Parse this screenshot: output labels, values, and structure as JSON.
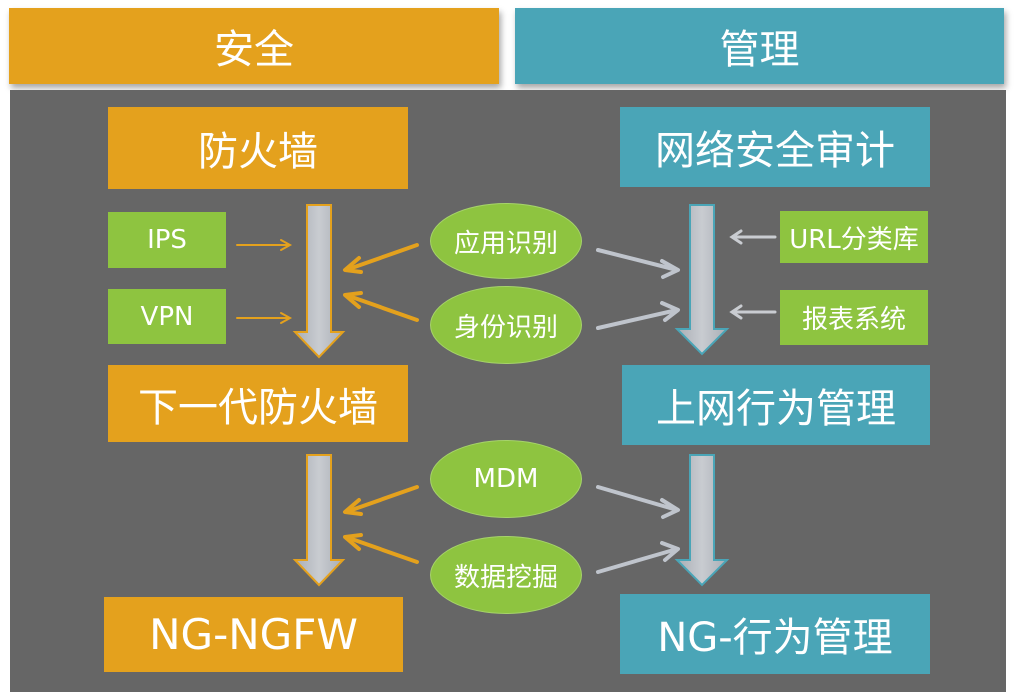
{
  "headers": {
    "left": "安全",
    "right": "管理"
  },
  "left_column": {
    "top": "防火墙",
    "middle": "下一代防火墙",
    "bottom": "NG-NGFW",
    "inputs": [
      "IPS",
      "VPN"
    ]
  },
  "right_column": {
    "top": "网络安全审计",
    "middle": "上网行为管理",
    "bottom": "NG-行为管理",
    "inputs": [
      "URL分类库",
      "报表系统"
    ]
  },
  "shared_features_upper": [
    "应用识别",
    "身份识别"
  ],
  "shared_features_lower": [
    "MDM",
    "数据挖掘"
  ],
  "colors": {
    "security": "#e4a11d",
    "management": "#4aa5b7",
    "feature": "#8ec440",
    "panel": "#666666",
    "flow_arrow": "#b7bcc4"
  }
}
